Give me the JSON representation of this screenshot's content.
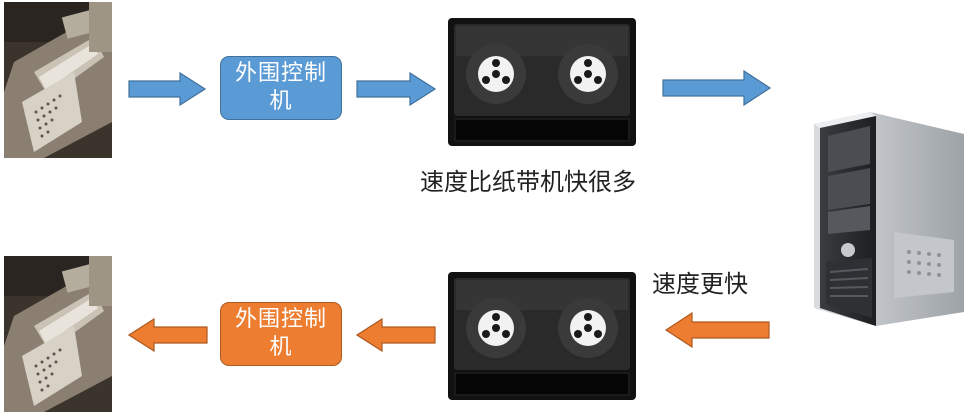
{
  "top_row": {
    "controller_label": "外围控制机",
    "tape_caption": "速度比纸带机快很多"
  },
  "bottom_row": {
    "controller_label": "外围控制机",
    "speed_caption": "速度更快"
  },
  "colors": {
    "blue_arrow": "#5b9bd5",
    "blue_border": "#41719c",
    "orange_arrow": "#ed7d31",
    "orange_border": "#ae5a21"
  },
  "icons": {
    "tape_reader": "paper-tape-reader-icon",
    "tape_drive": "magnetic-tape-drive-icon",
    "computer": "computer-tower-icon"
  }
}
